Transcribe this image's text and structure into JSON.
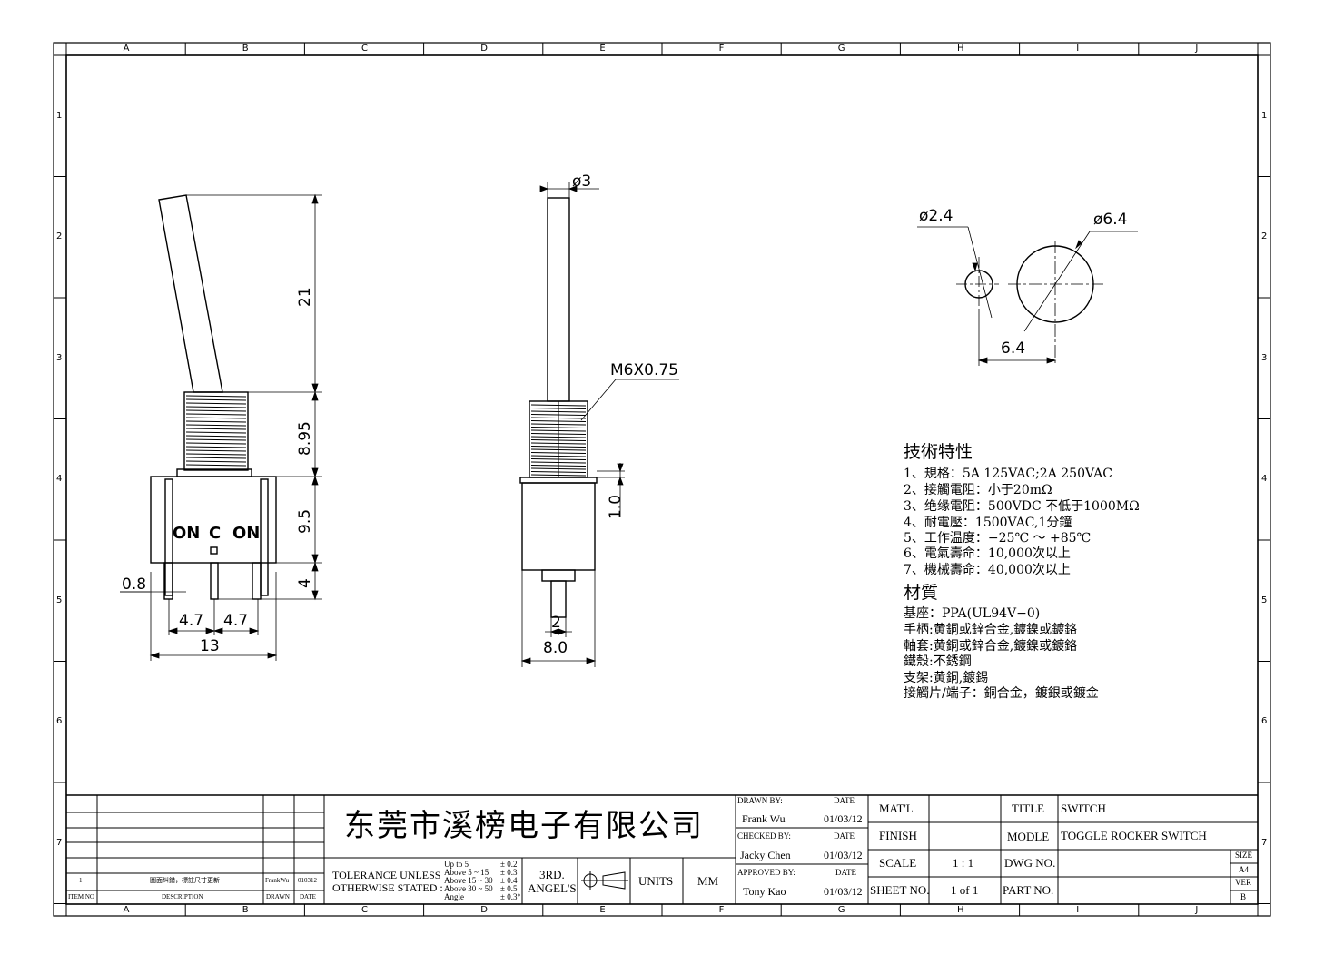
{
  "grid": {
    "columns": [
      "A",
      "B",
      "C",
      "D",
      "E",
      "F",
      "G",
      "H",
      "I",
      "J"
    ],
    "rows": [
      "1",
      "2",
      "3",
      "4",
      "5",
      "6",
      "7"
    ]
  },
  "front_view": {
    "dims": {
      "lever": "21",
      "bushing": "8.95",
      "body": "9.5",
      "terminal": "4",
      "pin_width": "0.8",
      "pitch_left": "4.7",
      "pitch_right": "4.7",
      "width": "13"
    },
    "labels": {
      "on_left": "ON",
      "center": "C",
      "on_right": "ON"
    }
  },
  "side_view": {
    "dims": {
      "lever_dia": "ø3",
      "thread": "M6X0.75",
      "offset": "1.0",
      "pin": "2",
      "depth": "8.0"
    }
  },
  "panel_cutout": {
    "dims": {
      "small_hole": "ø2.4",
      "large_hole": "ø6.4",
      "spacing": "6.4"
    }
  },
  "specs": {
    "title": "技術特性",
    "items": [
      "1、規格：5A 125VAC;2A 250VAC",
      "2、接觸電阻：小于20mΩ",
      "3、绝缘電阻：500VDC 不低于1000MΩ",
      "4、耐電壓：1500VAC,1分鐘",
      "5、工作温度：−25℃ ～ +85℃",
      "6、電氣壽命：10,000次以上",
      "7、機械壽命：40,000次以上"
    ],
    "material_title": "材質",
    "materials": [
      "基座：PPA(UL94V−0)",
      "手柄:黄銅或鋅合金,鍍鎳或鍍鉻",
      "軸套:黄銅或鋅合金,鍍鎳或鍍鉻",
      "鐵殼:不銹鋼",
      "支架:黄銅,鍍錫",
      "接觸片/端子：銅合金，鍍銀或鍍金"
    ]
  },
  "title_block": {
    "revision": {
      "item_no": "1",
      "description": "圖面糾錯，標註尺寸更新",
      "drawn": "FrankWu",
      "date": "010312"
    },
    "rev_headers": {
      "item_no": "ITEM NO",
      "description": "DESCRIPTION",
      "drawn": "DRAWN",
      "date": "DATE"
    },
    "company": "东莞市溪榜电子有限公司",
    "tolerance": {
      "label_line1": "TOLERANCE UNLESS",
      "label_line2": "OTHERWISE STATED :",
      "ranges": [
        "Up to 5",
        "Above 5 ~ 15",
        "Above 15 ~ 30",
        "Above 30 ~ 50",
        "Angle"
      ],
      "values": [
        "± 0.2",
        "± 0.3",
        "± 0.4",
        "± 0.5",
        "± 0.3°"
      ]
    },
    "projection_line1": "3RD.",
    "projection_line2": "ANGEL'S",
    "units_label": "UNITS",
    "units_value": "MM",
    "drawn_by_label": "DRAWN BY:",
    "drawn_by": "Frank Wu",
    "drawn_date": "01/03/12",
    "checked_by_label": "CHECKED BY:",
    "checked_by": "Jacky Chen",
    "checked_date": "01/03/12",
    "approved_by_label": "APPROVED BY:",
    "approved_by": "Tony Kao",
    "approved_date": "01/03/12",
    "date_label": "DATE",
    "matl_label": "MAT'L",
    "matl_value": "",
    "finish_label": "FINISH",
    "finish_value": "",
    "scale_label": "SCALE",
    "scale_value": "1 : 1",
    "sheet_label": "SHEET NO.",
    "sheet_value": "1 of 1",
    "title_label": "TITLE",
    "title_value": "SWITCH",
    "model_label": "MODLE",
    "model_value": "TOGGLE ROCKER SWITCH",
    "dwg_label": "DWG NO.",
    "dwg_value": "",
    "part_label": "PART NO.",
    "part_value": "",
    "size_label": "SIZE",
    "size_value": "A4",
    "ver_label": "VER",
    "ver_value": "B"
  }
}
